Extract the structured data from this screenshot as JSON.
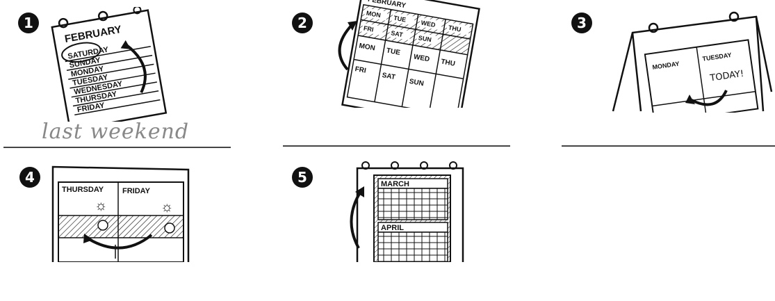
{
  "exercises": [
    {
      "number": "1",
      "month": "FEBRUARY",
      "days": [
        "SATURDAY",
        "SUNDAY",
        "MONDAY",
        "TUESDAY",
        "WEDNESDAY",
        "THURSDAY",
        "FRIDAY"
      ],
      "answer": "last weekend"
    },
    {
      "number": "2",
      "month": "FEBRUARY",
      "row1": [
        "MON",
        "TUE",
        "WED",
        "THU"
      ],
      "row2": [
        "FRI",
        "SAT",
        "SUN"
      ],
      "row3": [
        "MON",
        "TUE",
        "WED",
        "THU"
      ],
      "row4": [
        "FRI",
        "SAT",
        "SUN"
      ],
      "answer": ""
    },
    {
      "number": "3",
      "day_left": "MONDAY",
      "day_right": "TUESDAY",
      "note": "TODAY!",
      "answer": ""
    },
    {
      "number": "4",
      "day_left": "THURSDAY",
      "day_right": "FRIDAY"
    },
    {
      "number": "5",
      "month_top": "MARCH",
      "month_bottom": "APRIL"
    }
  ]
}
